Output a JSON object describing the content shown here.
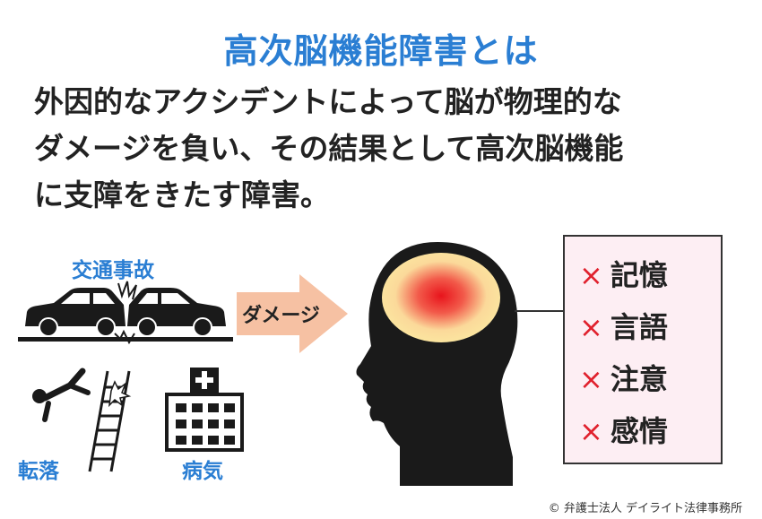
{
  "title": "高次脳機能障害とは",
  "description": {
    "line1": "外因的なアクシデントによって脳が物理的な",
    "line2": "ダメージを負い、その結果として高次脳機能",
    "line3": "に支障をきたす障害。"
  },
  "causes": {
    "traffic": "交通事故",
    "fall": "転落",
    "illness": "病気"
  },
  "arrow_label": "ダメージ",
  "symptoms": [
    {
      "mark": "×",
      "label": "記憶"
    },
    {
      "mark": "×",
      "label": "言語"
    },
    {
      "mark": "×",
      "label": "注意"
    },
    {
      "mark": "×",
      "label": "感情"
    }
  ],
  "copyright": "© 弁護士法人 デイライト法律事務所",
  "colors": {
    "accent_blue": "#2a7ed3",
    "arrow_fill": "#f6c1a3",
    "cross_red": "#e0202c",
    "box_fill": "#fdeef3",
    "brain_outer": "#fbe7a0",
    "brain_core": "#ee2b2b"
  }
}
